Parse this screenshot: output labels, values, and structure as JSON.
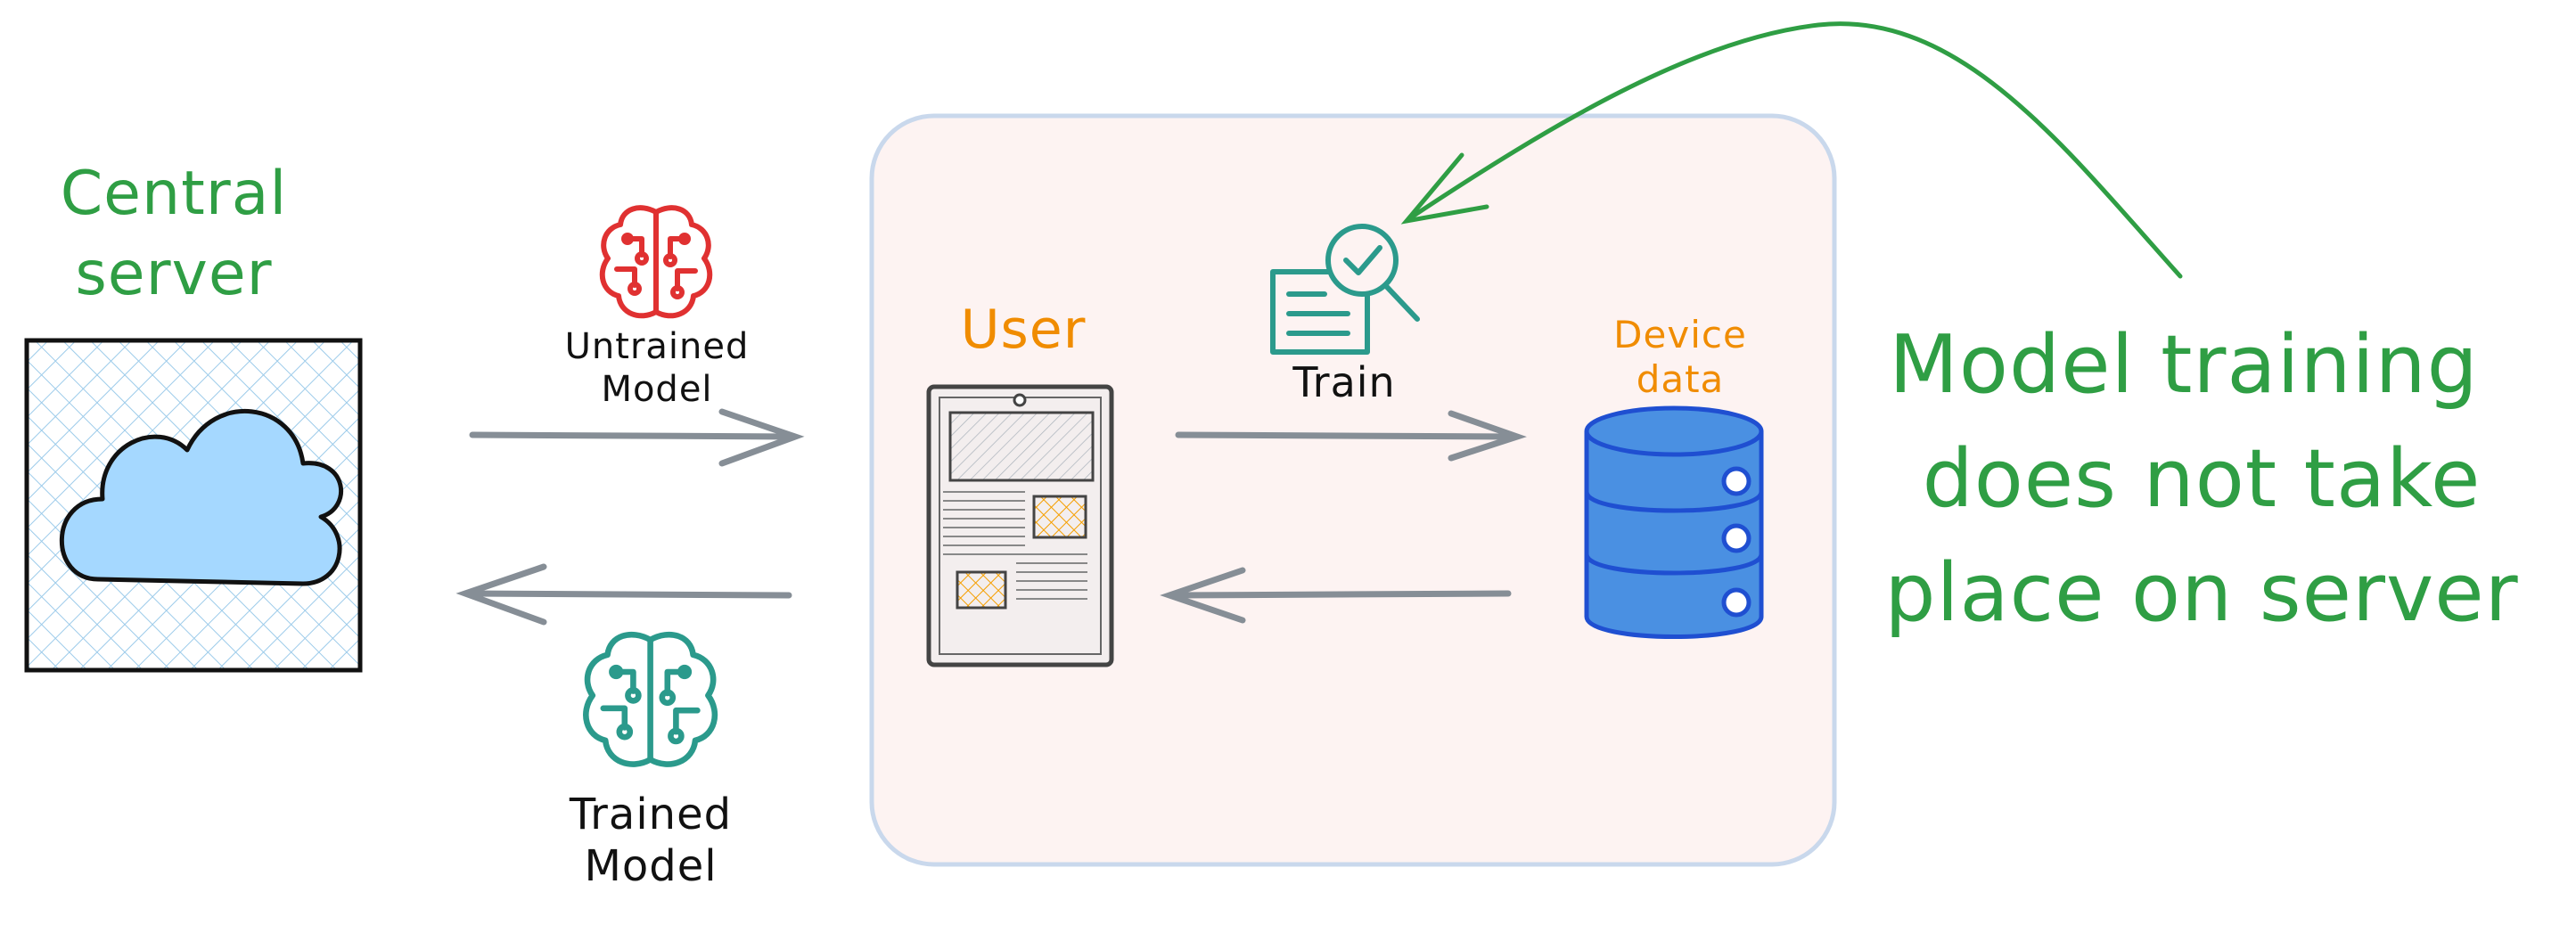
{
  "central_server": {
    "label_line1": "Central",
    "label_line2": "server",
    "label_color": "#2f9e44",
    "cloud_icon": "cloud-icon"
  },
  "untrained_model": {
    "label_line1": "Untrained",
    "label_line2": "Model",
    "icon": "brain-circuit-icon",
    "icon_color": "#e03131"
  },
  "trained_model": {
    "label_line1": "Trained",
    "label_line2": "Model",
    "icon": "brain-circuit-icon",
    "icon_color": "#2b9a8c"
  },
  "user_panel": {
    "label": "User",
    "label_color": "#f08c00",
    "device_icon": "tablet-icon"
  },
  "train": {
    "label": "Train",
    "icon": "document-search-check-icon",
    "icon_color": "#2b9a8c"
  },
  "device_data": {
    "label_line1": "Device",
    "label_line2": "data",
    "label_color": "#f08c00",
    "icon": "database-icon",
    "fill_color": "#4a90e2"
  },
  "annotation": {
    "line1": "Model training",
    "line2": "does not take",
    "line3": "place on server",
    "color": "#2f9e44"
  },
  "colors": {
    "arrow": "#868e96",
    "panel_fill": "#fdf3f2",
    "panel_stroke": "#c9d8ec",
    "server_fill": "#e3f1fb",
    "cloud_fill": "#a5d8ff"
  }
}
